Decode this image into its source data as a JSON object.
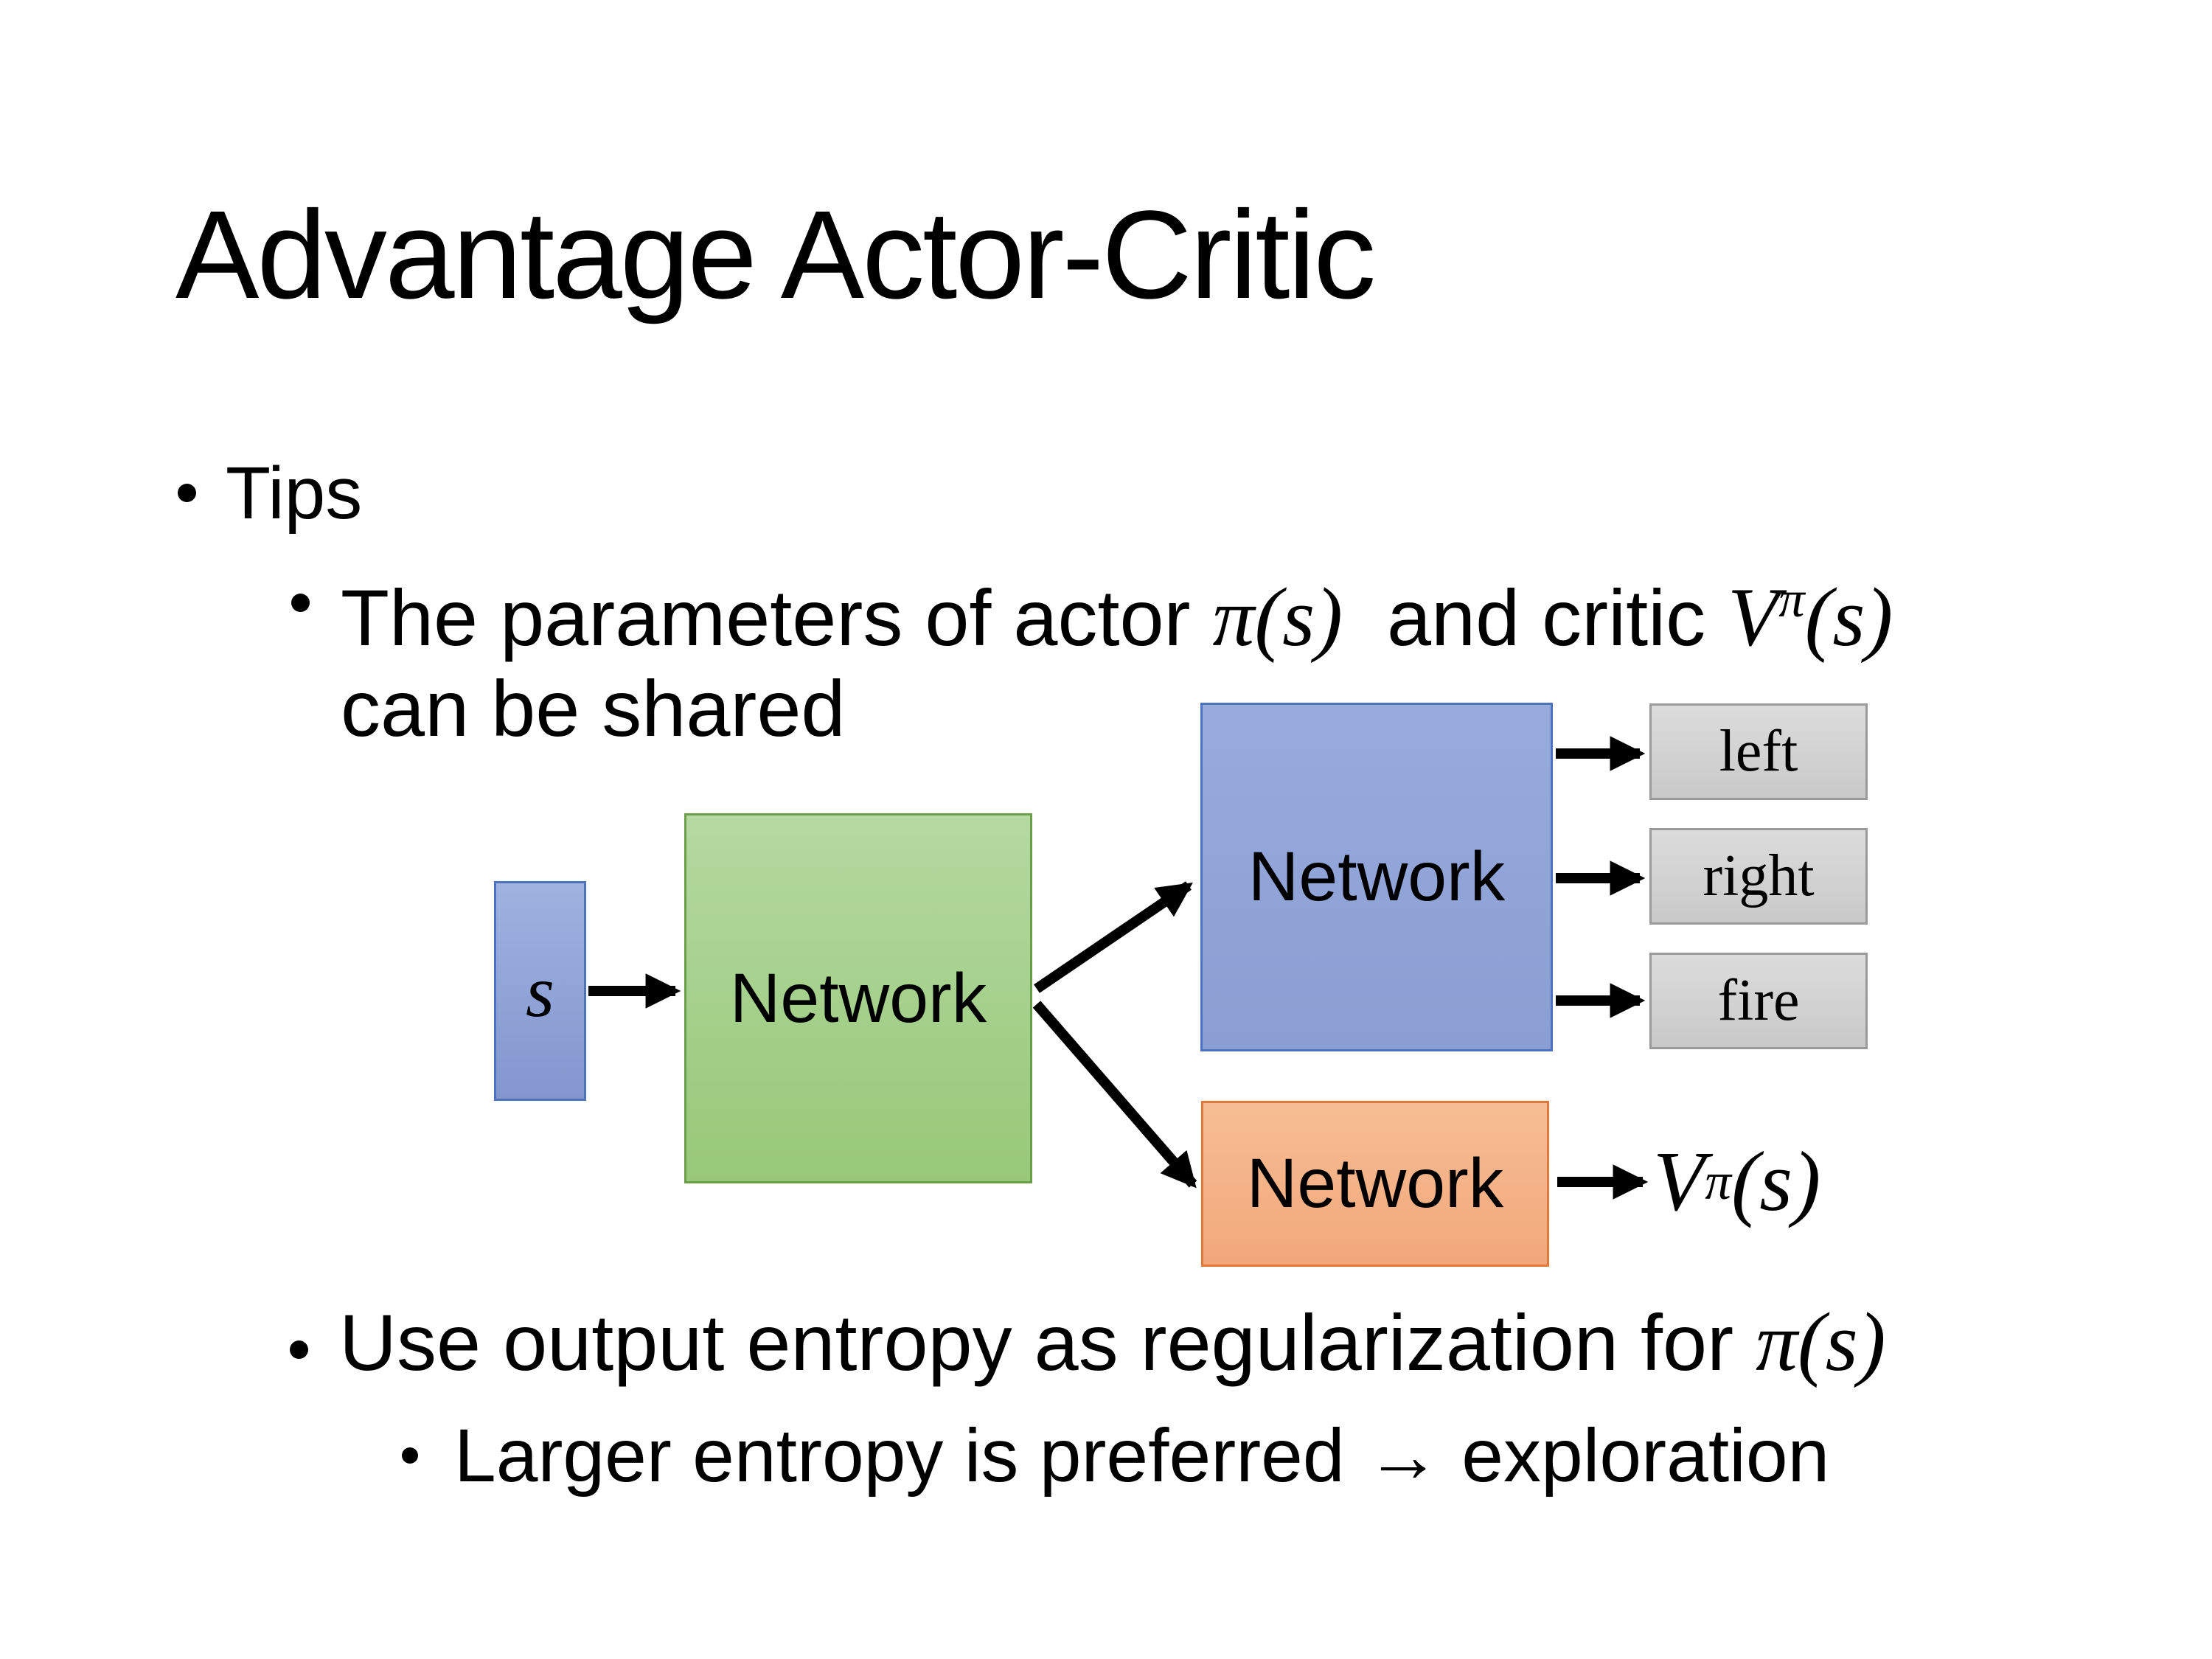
{
  "slide": {
    "title": "Advantage Actor-Critic"
  },
  "bullets": {
    "tips": "Tips",
    "shared_pre": "The parameters of actor ",
    "shared_math_pi": "π(s)",
    "shared_mid": "  and critic ",
    "shared_V": "V",
    "shared_V_sup": "π",
    "shared_V_args": "(s)",
    "shared_line2": "can be shared",
    "entropy_pre": "Use output entropy as regularization for ",
    "entropy_math": "π(s)",
    "exploration": "Larger entropy is preferred → exploration"
  },
  "diagram": {
    "input_label": "s",
    "shared_network": "Network",
    "actor_network": "Network",
    "critic_network": "Network",
    "actions": [
      "left",
      "right",
      "fire"
    ],
    "value_V": "V",
    "value_sup": "π",
    "value_args": "(s)",
    "colors": {
      "input_fill": "#8fa2d8",
      "input_border": "#4d73be",
      "shared_fill": "#a9d18e",
      "shared_border": "#6b9e4b",
      "actor_fill": "#8fa2d8",
      "actor_border": "#4d73be",
      "critic_fill": "#f4b183",
      "critic_border": "#e0793a",
      "action_fill": "#d6d6d6",
      "action_border": "#9a9a9a",
      "arrow": "#000000",
      "text": "#000000",
      "background": "#ffffff"
    }
  }
}
